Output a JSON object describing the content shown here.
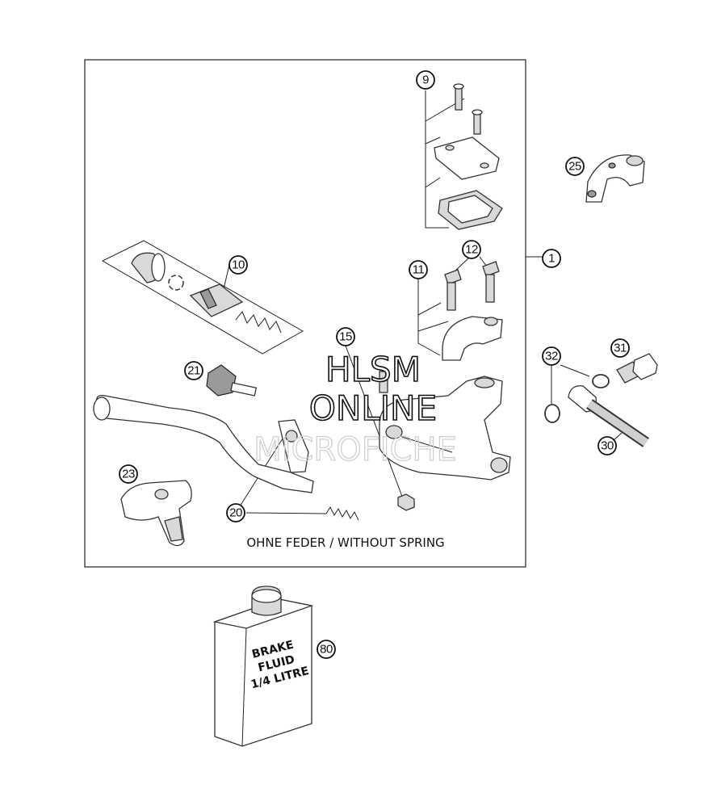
{
  "callouts": [
    "1",
    "9",
    "10",
    "11",
    "12",
    "15",
    "20",
    "21",
    "23",
    "25",
    "30",
    "31",
    "32",
    "80"
  ],
  "note": "OHNE FEDER / WITHOUT SPRING",
  "watermark": {
    "line1": "HLSM",
    "line2": "ONLINE",
    "line3": "MICROFICHE"
  },
  "bottle_label": [
    "BRAKE",
    "FLUID",
    "1/4 LITRE"
  ]
}
